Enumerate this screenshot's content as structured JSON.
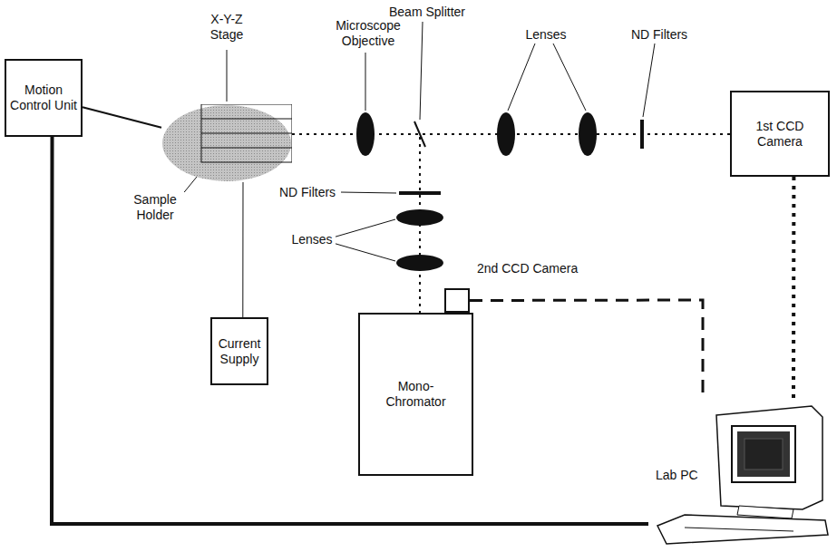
{
  "diagram": {
    "nodes": [
      {
        "text": [
          "Motion Control Unit"
        ]
      },
      {
        "text": [
          "X-Y-Z Stage"
        ]
      },
      {
        "text": [
          "1st CCD Camera"
        ]
      },
      {
        "text": [
          "2nd CCD Camera"
        ]
      },
      {
        "text": [
          "Current Supply"
        ]
      },
      {
        "text": [
          "Mono- Chromator"
        ]
      },
      {
        "text": [
          "Lab PC"
        ]
      }
    ],
    "edges": [
      {
        "from": 0,
        "to": 1,
        "arrow": "none"
      },
      {
        "from": 1,
        "to": 2,
        "arrow": "none"
      },
      {
        "from": 1,
        "to": 4,
        "arrow": "none"
      },
      {
        "from": 1,
        "to": 5,
        "arrow": "none"
      },
      {
        "from": 0,
        "to": 6,
        "arrow": "none"
      },
      {
        "from": 2,
        "to": 6,
        "arrow": "none"
      },
      {
        "from": 3,
        "to": 6,
        "arrow": "none"
      }
    ],
    "labels": [
      "Microscope Objective",
      "Beam Splitter",
      "Lenses",
      "ND Filters",
      "Sample Holder",
      "ND Filters",
      "Lenses"
    ]
  }
}
